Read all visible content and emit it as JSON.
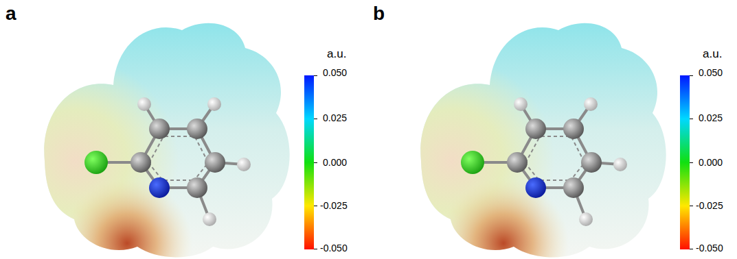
{
  "diagram": {
    "labels": [
      "a",
      "a.u.",
      "0.050",
      "0.025",
      "0.000",
      "-0.025",
      "-0.050",
      "b",
      "a.u.",
      "0.050",
      "0.025",
      "0.000",
      "-0.025",
      "-0.050"
    ]
  }
}
